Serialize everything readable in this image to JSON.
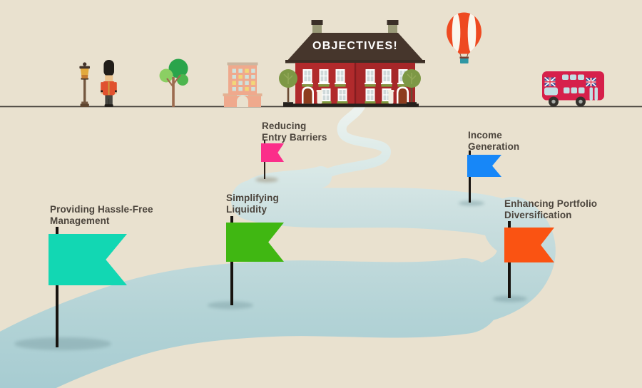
{
  "scene": {
    "title": "OBJECTIVES!",
    "colors": {
      "background": "#e9e1cf",
      "path_light": "#e9f1ee",
      "path_dark": "#a5cbd1",
      "ground_line": "#45413b",
      "label_text": "#4b443c",
      "title_text": "#ffffff",
      "house_red": "#b12a2c",
      "roof_brown": "#46362c",
      "bus_red": "#d6204b",
      "balloon_orange": "#ee4a21",
      "guard_jacket": "#e0512f",
      "flag_pole": "#17130f"
    }
  },
  "objectives": [
    {
      "id": "providing-hassle-free-management",
      "lines": [
        "Providing Hassle-Free",
        "Management"
      ],
      "flag_color": "#12d7b3"
    },
    {
      "id": "simplifying-liquidity",
      "lines": [
        "Simplifying",
        "Liquidity"
      ],
      "flag_color": "#40b712"
    },
    {
      "id": "reducing-entry-barriers",
      "lines": [
        "Reducing",
        "Entry Barriers"
      ],
      "flag_color": "#fb2e8a"
    },
    {
      "id": "income-generation",
      "lines": [
        "Income",
        "Generation"
      ],
      "flag_color": "#1787f8"
    },
    {
      "id": "enhancing-portfolio-diversification",
      "lines": [
        "Enhancing Portfolio",
        "Diversification"
      ],
      "flag_color": "#fa5312"
    }
  ],
  "decorations": [
    {
      "icon": "lamppost-icon"
    },
    {
      "icon": "royal-guard-icon"
    },
    {
      "icon": "tree-icon"
    },
    {
      "icon": "city-building-icon"
    },
    {
      "icon": "manor-house-icon"
    },
    {
      "icon": "hot-air-balloon-icon"
    },
    {
      "icon": "double-decker-bus-icon"
    }
  ]
}
